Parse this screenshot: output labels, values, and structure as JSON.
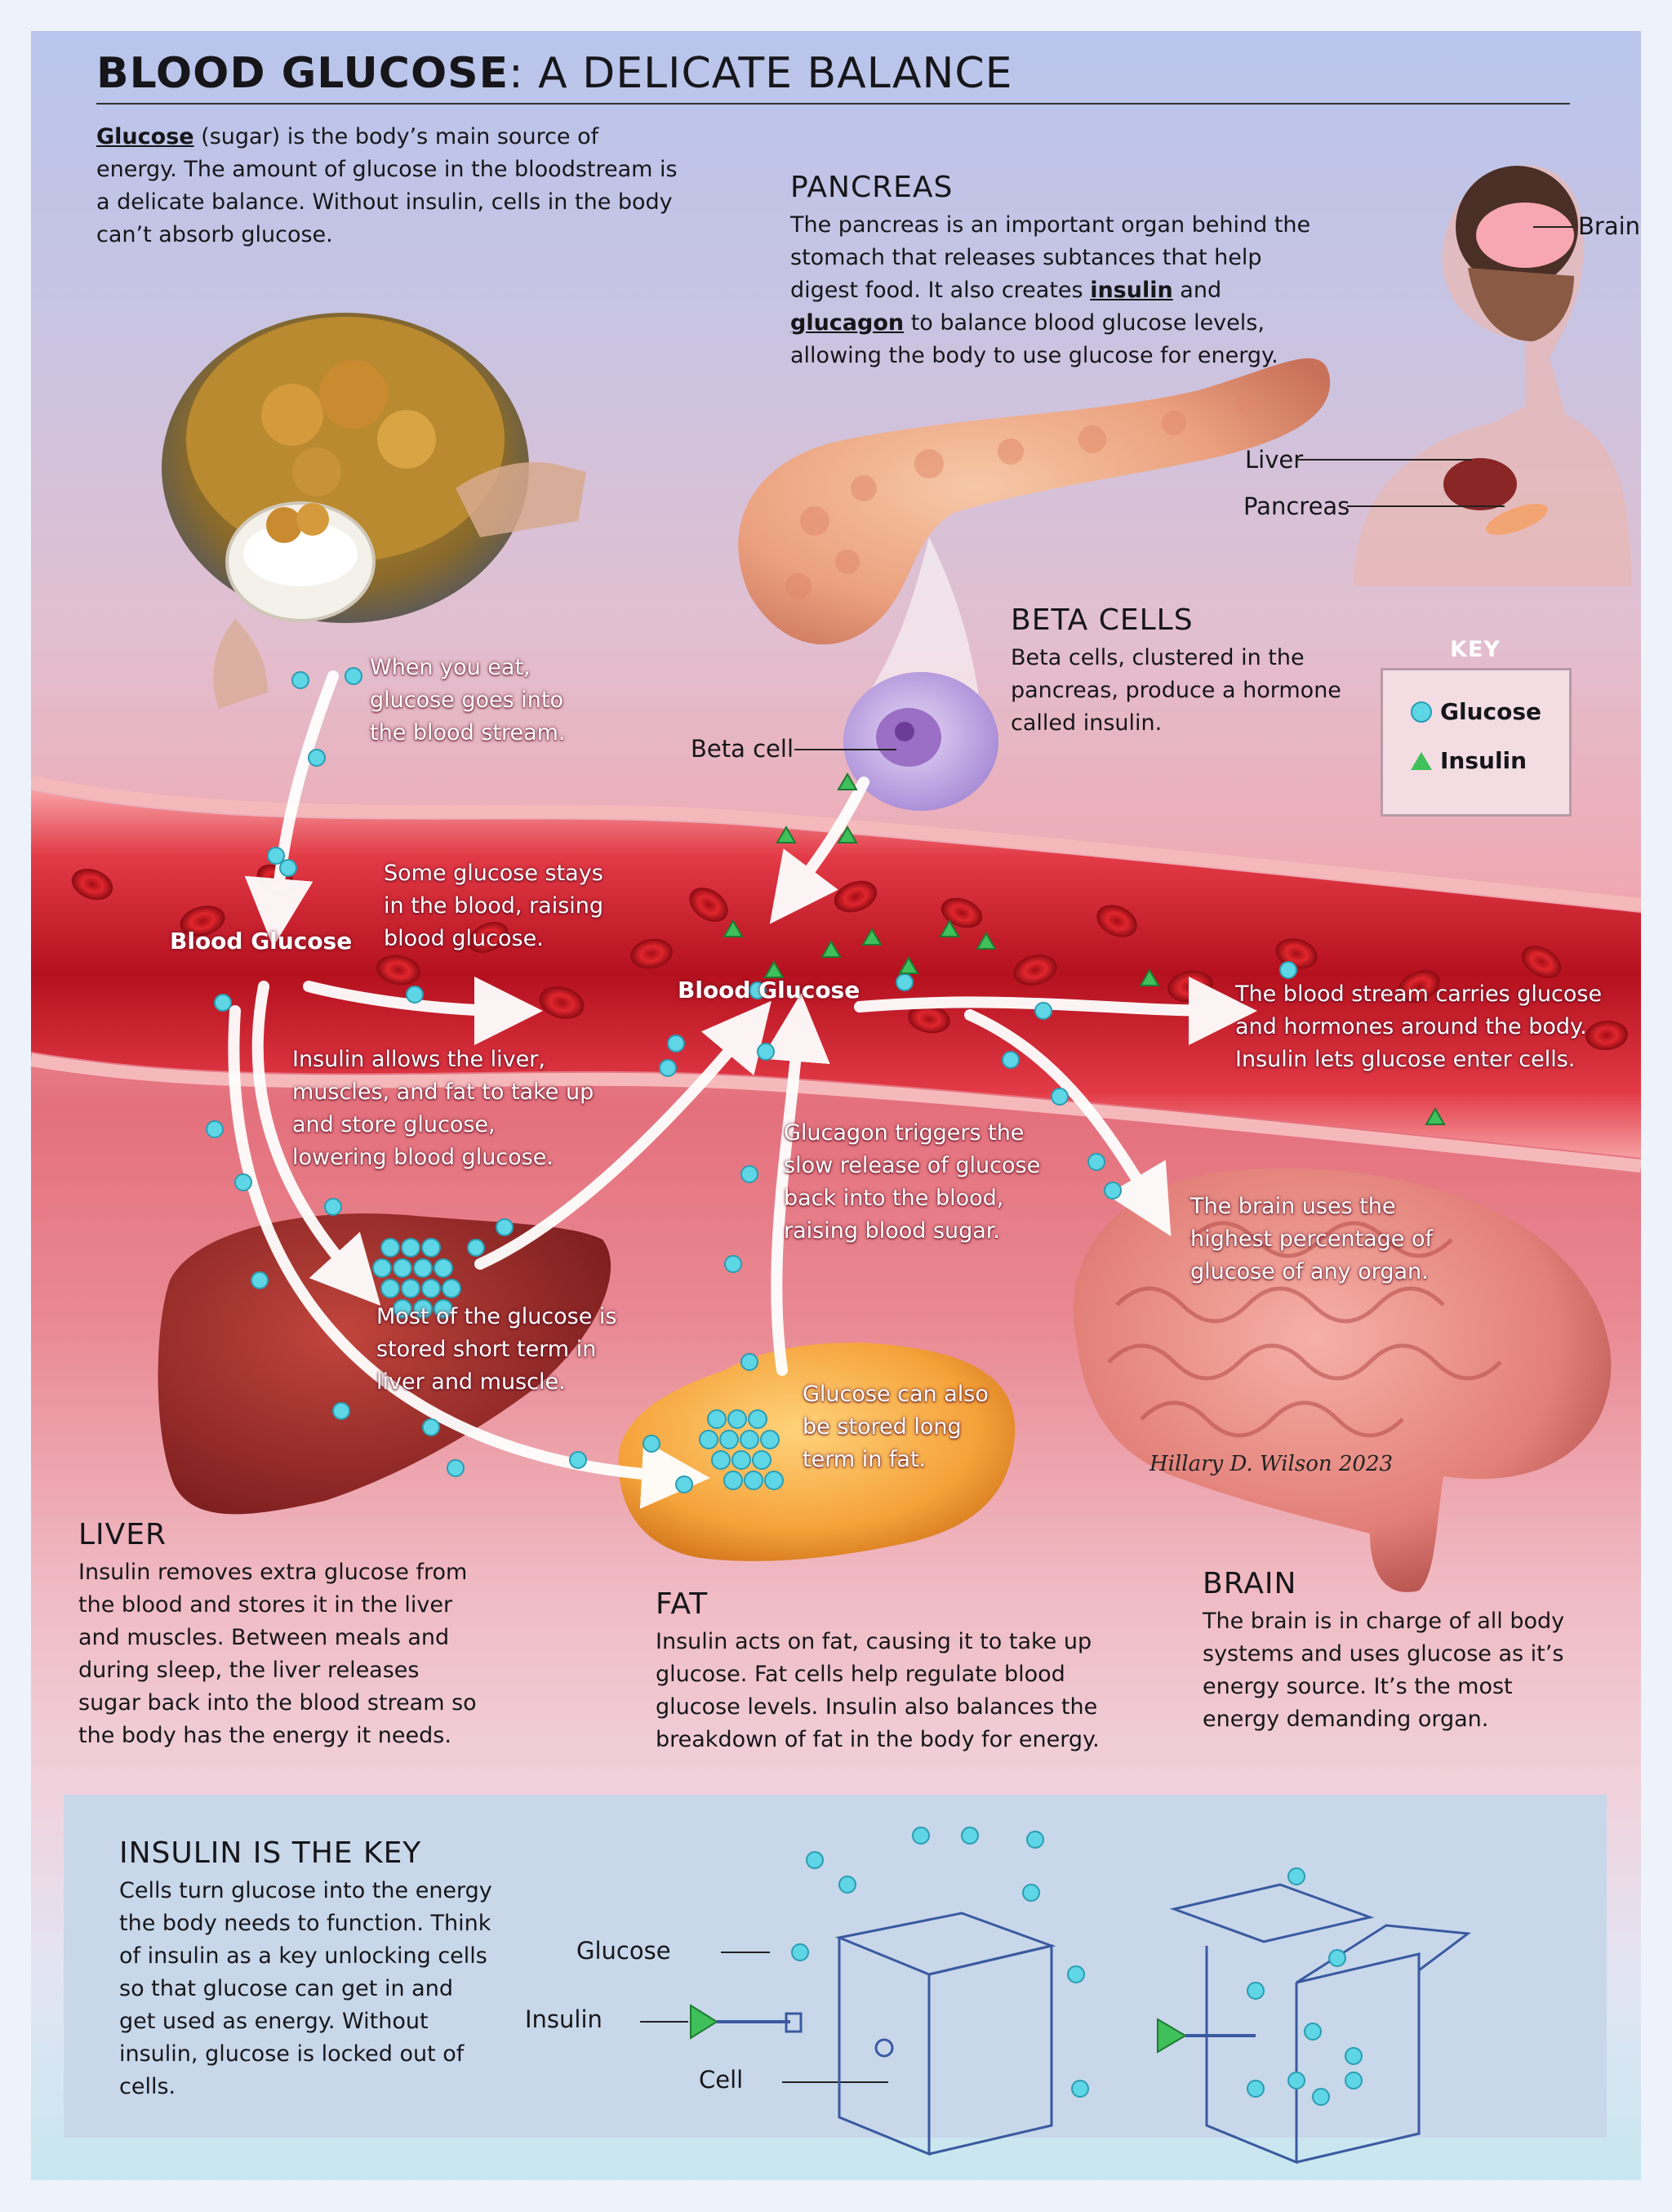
{
  "title": {
    "bold": "BLOOD GLUCOSE",
    "rest": ": A DELICATE BALANCE"
  },
  "intro": {
    "term": "Glucose",
    "text": " (sugar) is the body’s main source of energy. The amount of glucose in the bloodstream is a delicate balance. Without insulin, cells in the body can’t absorb glucose."
  },
  "pancreas": {
    "heading": "PANCREAS",
    "text_a": "The pancreas is an important organ behind the stomach that releases subtances that help digest food. It also creates ",
    "insulin": "insulin",
    "and": " and ",
    "glucagon": "glucagon",
    "text_b": " to balance blood glucose levels, allowing the body to use glucose for energy."
  },
  "body_labels": {
    "brain": "Brain",
    "liver": "Liver",
    "pancreas": "Pancreas"
  },
  "beta_cells": {
    "heading": "BETA CELLS",
    "text": "Beta cells, clustered in the pancreas, produce a hormone called insulin.",
    "cell_label": "Beta cell"
  },
  "key": {
    "title": "KEY",
    "glucose": "Glucose",
    "insulin": "Insulin"
  },
  "flow": {
    "eat": "When you eat, glucose goes into the blood stream.",
    "stays": "Some glucose stays in the blood, raising blood glucose.",
    "blood_glucose_1": "Blood Glucose",
    "blood_glucose_2": "Blood Glucose",
    "carries": "The blood stream carries glucose and hormones around the body. Insulin lets glucose enter cells.",
    "insulin_allows": "Insulin allows the liver, muscles, and fat to take up and store glucose, lowering blood glucose.",
    "glucagon": "Glucagon triggers the slow release of glucose back into the blood, raising blood sugar.",
    "brain_uses": "The brain uses the highest percentage of glucose of any organ.",
    "stored_short": "Most of the glucose is stored short term in liver and muscle.",
    "stored_long": "Glucose can also be stored long term in fat."
  },
  "liver": {
    "heading": "LIVER",
    "text": "Insulin removes extra glucose from the blood and stores it in the liver and muscles. Between meals and during sleep, the liver releases sugar back into the blood stream so the body has the energy it needs."
  },
  "fat": {
    "heading": "FAT",
    "text": "Insulin acts on fat, causing it to take up glucose. Fat cells help regulate blood glucose levels. Insulin also balances the breakdown of fat in the body for energy."
  },
  "brain": {
    "heading": "BRAIN",
    "text": "The brain is in charge of all body systems and uses glucose as it’s energy source. It’s the most energy demanding organ."
  },
  "insulin_key": {
    "heading": "INSULIN IS THE KEY",
    "text": "Cells turn glucose into the energy the body needs to function. Think of insulin as a key unlocking cells so that glucose can get in and get used as energy. Without insulin, glucose is locked out of cells.",
    "label_glucose": "Glucose",
    "label_insulin": "Insulin",
    "label_cell": "Cell"
  },
  "signature": "Hillary D. Wilson 2023",
  "colors": {
    "glucose": "#5fd6e6",
    "insulin": "#3fc05a",
    "vessel": "#c41826",
    "panel": "#c8d7ea"
  }
}
